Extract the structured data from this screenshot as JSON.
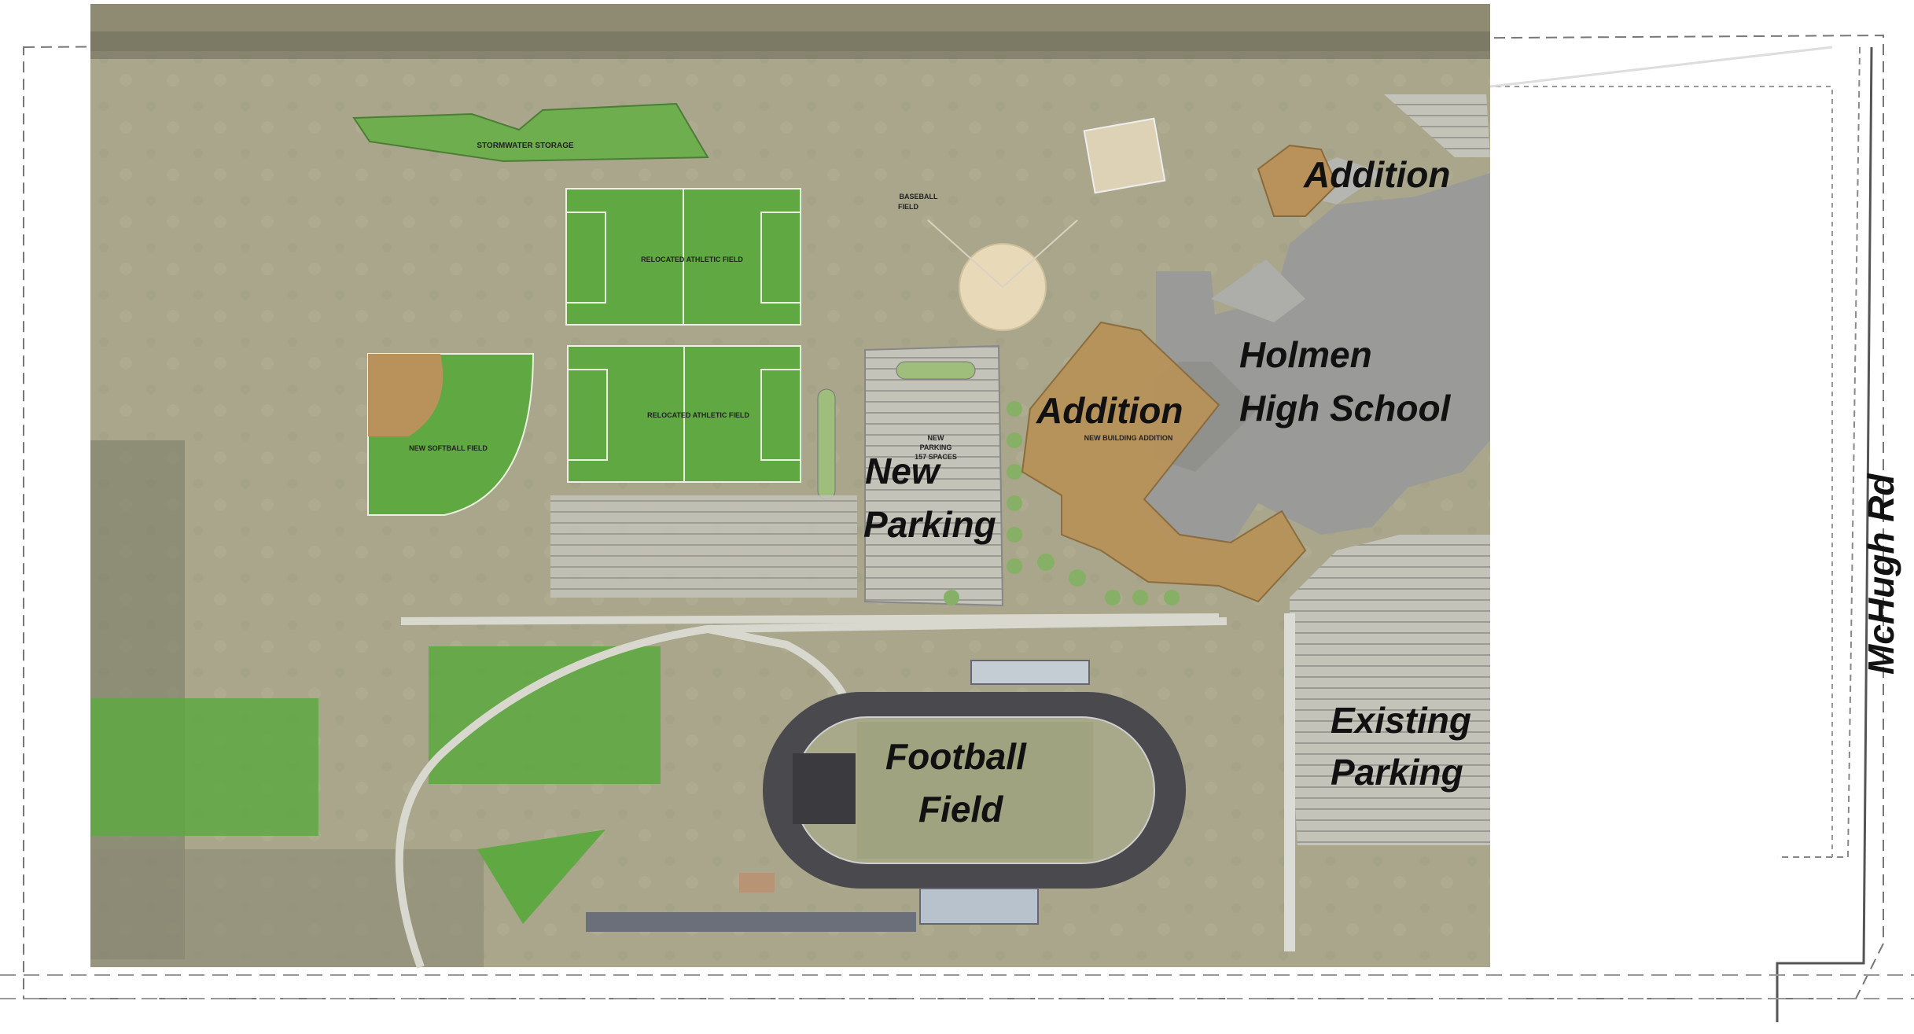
{
  "labels": {
    "addition_top": "Addition",
    "holmen_line1": "Holmen",
    "holmen_line2": "High School",
    "addition_main": "Addition",
    "new_building_addition": "NEW BUILDING ADDITION",
    "new_parking_line1": "New",
    "new_parking_line2": "Parking",
    "new_parking_small_1": "NEW",
    "new_parking_small_2": "PARKING",
    "new_parking_small_3": "157 SPACES",
    "football_line1": "Football",
    "football_line2": "Field",
    "existing_line1": "Existing",
    "existing_line2": "Parking",
    "mchugh_rd": "McHugh Rd",
    "stormwater": "STORMWATER STORAGE",
    "baseball_1": "BASEBALL",
    "baseball_2": "FIELD",
    "relocated_field_1": "RELOCATED ATHLETIC FIELD",
    "relocated_field_2": "RELOCATED ATHLETIC FIELD",
    "softball": "NEW SOFTBALL FIELD"
  },
  "colors": {
    "aerial_ground": "#a9a68c",
    "proposed_field_green": "#5fa842",
    "addition_tan": "#b8925a",
    "building_gray": "#9a9a98",
    "parking_gray": "#c4c3ba",
    "track_dark": "#4a4a4e"
  }
}
